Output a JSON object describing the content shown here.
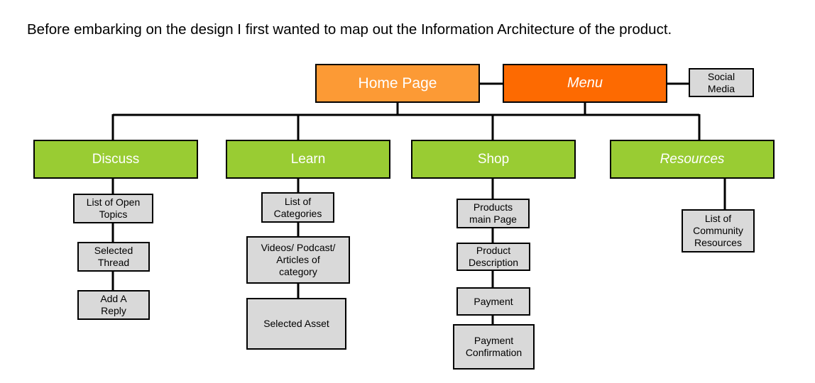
{
  "intro": "Before embarking on the design I first wanted to map out the Information Architecture of the product.",
  "colors": {
    "home": "#fc9a35",
    "menu": "#fd6a01",
    "section": "#99cc33",
    "item": "#d9d9d9"
  },
  "top": {
    "home": "Home Page",
    "menu": "Menu",
    "social": "Social\nMedia"
  },
  "sections": {
    "discuss": {
      "label": "Discuss",
      "items": [
        "List of Open\nTopics",
        "Selected\nThread",
        "Add A\nReply"
      ]
    },
    "learn": {
      "label": "Learn",
      "items": [
        "List of\nCategories",
        "Videos/ Podcast/\nArticles of\ncategory",
        "Selected Asset"
      ]
    },
    "shop": {
      "label": "Shop",
      "items": [
        "Products\nmain Page",
        "Product\nDescription",
        "Payment",
        "Payment\nConfirmation"
      ]
    },
    "resources": {
      "label": "Resources",
      "items": [
        "List of\nCommunity\nResources"
      ]
    }
  }
}
